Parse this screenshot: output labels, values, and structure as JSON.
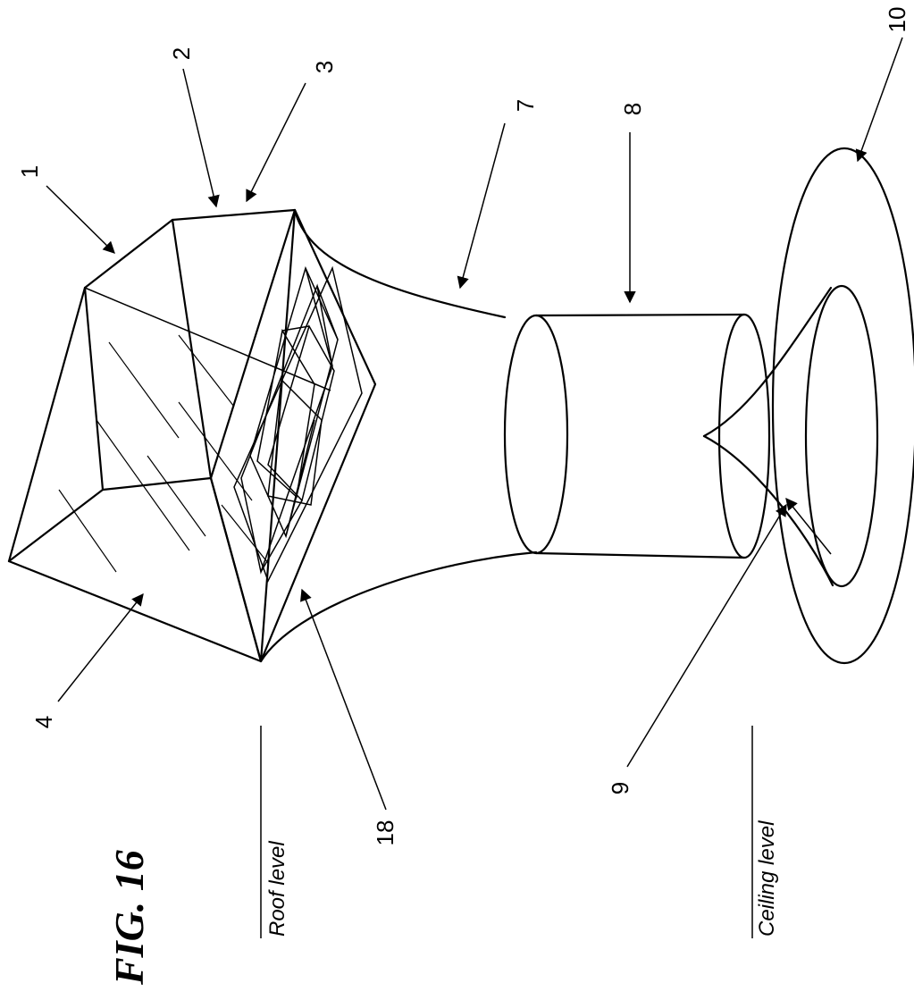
{
  "figure": {
    "title": "FIG. 16",
    "labels": {
      "roof_level": "Roof level",
      "ceiling_level": "Ceiling level"
    },
    "callouts": [
      {
        "id": "1",
        "text": "1"
      },
      {
        "id": "2",
        "text": "2"
      },
      {
        "id": "3",
        "text": "3"
      },
      {
        "id": "4",
        "text": "4"
      },
      {
        "id": "7",
        "text": "7"
      },
      {
        "id": "8",
        "text": "8"
      },
      {
        "id": "9",
        "text": "9"
      },
      {
        "id": "10",
        "text": "10"
      },
      {
        "id": "18",
        "text": "18"
      }
    ]
  }
}
